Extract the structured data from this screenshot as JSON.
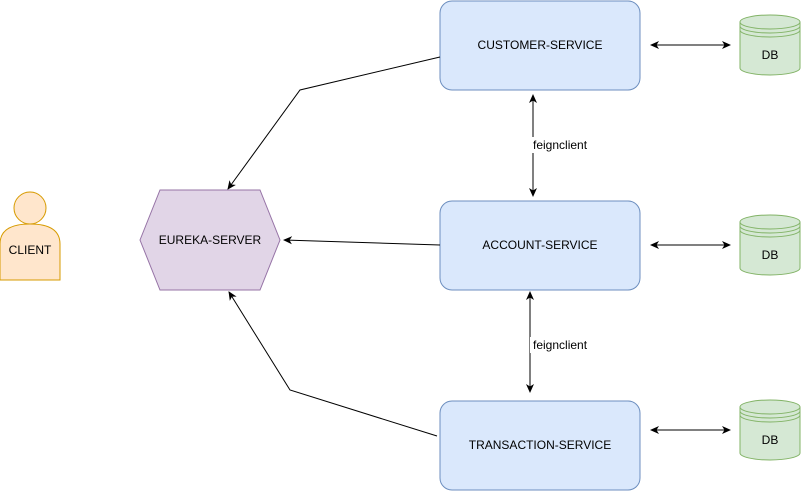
{
  "diagram": {
    "client": {
      "label": "CLIENT"
    },
    "registry": {
      "label": "EUREKA-SERVER"
    },
    "services": {
      "customer": {
        "label": "CUSTOMER-SERVICE"
      },
      "account": {
        "label": "ACCOUNT-SERVICE"
      },
      "transaction": {
        "label": "TRANSACTION-SERVICE"
      }
    },
    "databases": {
      "customer_db": {
        "label": "DB"
      },
      "account_db": {
        "label": "DB"
      },
      "transaction_db": {
        "label": "DB"
      }
    },
    "edge_labels": {
      "customer_account": "feignclient",
      "account_transaction": "feignclient"
    },
    "colors": {
      "service_fill": "#dae8fc",
      "service_stroke": "#6c8ebf",
      "db_fill": "#d5e8d4",
      "db_stroke": "#82b366",
      "registry_fill": "#e1d5e7",
      "registry_stroke": "#9673a6",
      "client_fill": "#ffe6cc",
      "client_stroke": "#d79b00",
      "edge": "#000000"
    }
  }
}
